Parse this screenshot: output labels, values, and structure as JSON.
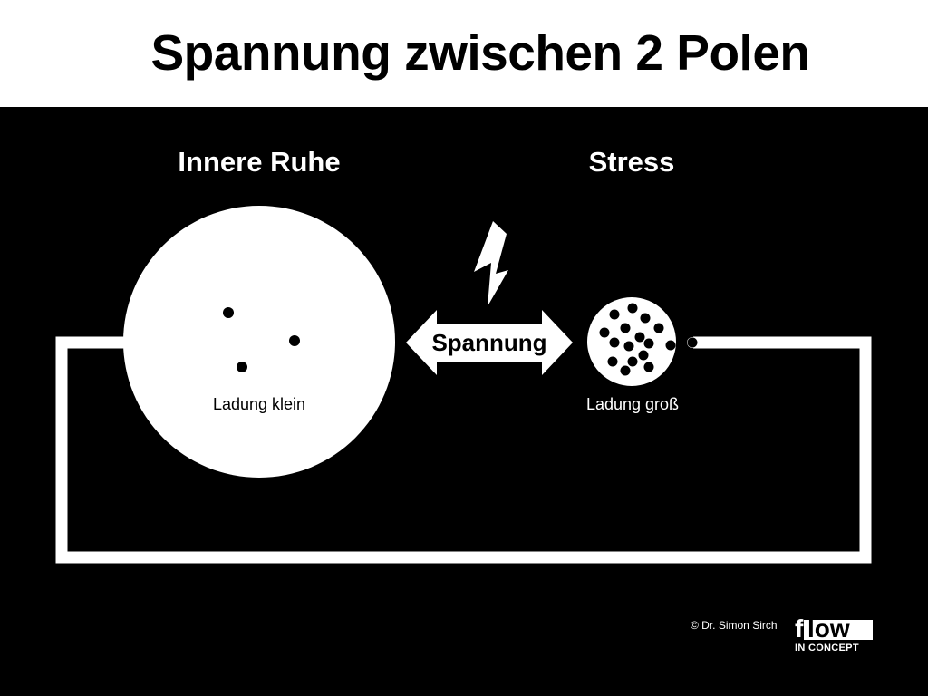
{
  "title": "Spannung zwischen 2 Polen",
  "poles": {
    "left": {
      "label": "Innere Ruhe",
      "charge_label": "Ladung klein"
    },
    "right": {
      "label": "Stress",
      "charge_label": "Ladung groß"
    }
  },
  "arrow": {
    "label": "Spannung"
  },
  "footer": {
    "copyright": "© Dr. Simon Sirch",
    "logo": {
      "word_f": "f",
      "word_rest": "low",
      "subtitle": "IN CONCEPT"
    }
  },
  "colors": {
    "background": "#000000",
    "foreground": "#ffffff",
    "header": "#ffffff"
  },
  "icons": [
    "lightning-icon",
    "double-arrow-icon"
  ]
}
